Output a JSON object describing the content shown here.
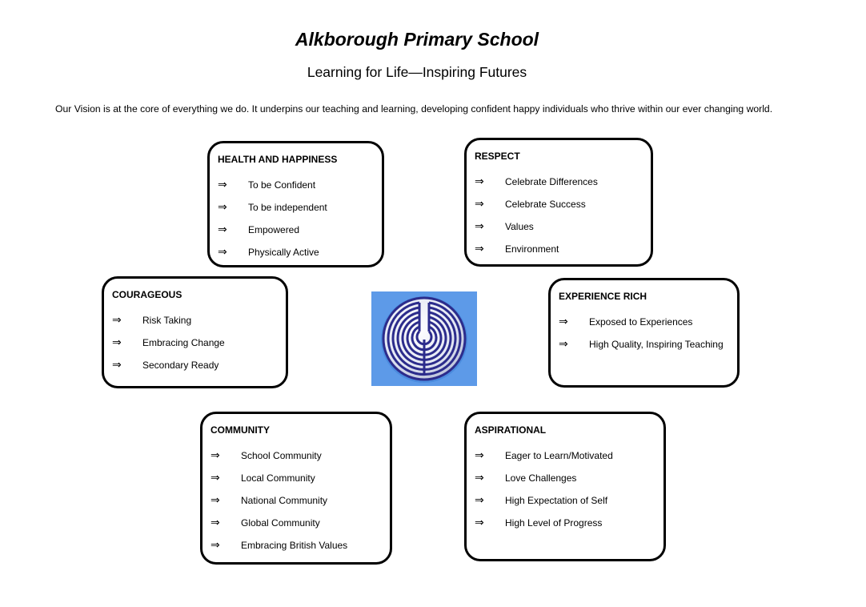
{
  "header": {
    "title": "Alkborough Primary School",
    "subtitle": "Learning for Life—Inspiring Futures",
    "vision": "Our Vision is at the core of everything we do.  It underpins our teaching and learning, developing confident happy individuals who thrive within our ever changing world."
  },
  "arrow_symbol": "⇒",
  "boxes": {
    "health": {
      "title": "HEALTH AND HAPPINESS",
      "items": [
        "To be Confident",
        "To be independent",
        "Empowered",
        "Physically Active"
      ]
    },
    "respect": {
      "title": "RESPECT",
      "items": [
        "Celebrate Differences",
        "Celebrate Success",
        "Values",
        "Environment"
      ]
    },
    "courageous": {
      "title": "COURAGEOUS",
      "items": [
        "Risk Taking",
        "Embracing Change",
        "Secondary Ready"
      ]
    },
    "experience": {
      "title": "EXPERIENCE RICH",
      "items": [
        "Exposed to Experiences",
        "High Quality, Inspiring Teaching"
      ]
    },
    "community": {
      "title": "COMMUNITY",
      "items": [
        "School Community",
        "Local Community",
        "National Community",
        "Global Community",
        "Embracing British Values"
      ]
    },
    "aspirational": {
      "title": "ASPIRATIONAL",
      "items": [
        "Eager to Learn/Motivated",
        "Love Challenges",
        "High Expectation of Self",
        "High Level of Progress"
      ]
    }
  },
  "emblem": {
    "icon": "labyrinth-logo-icon",
    "background_color": "#5d9ae8",
    "ring_color": "#2c2c8c"
  }
}
